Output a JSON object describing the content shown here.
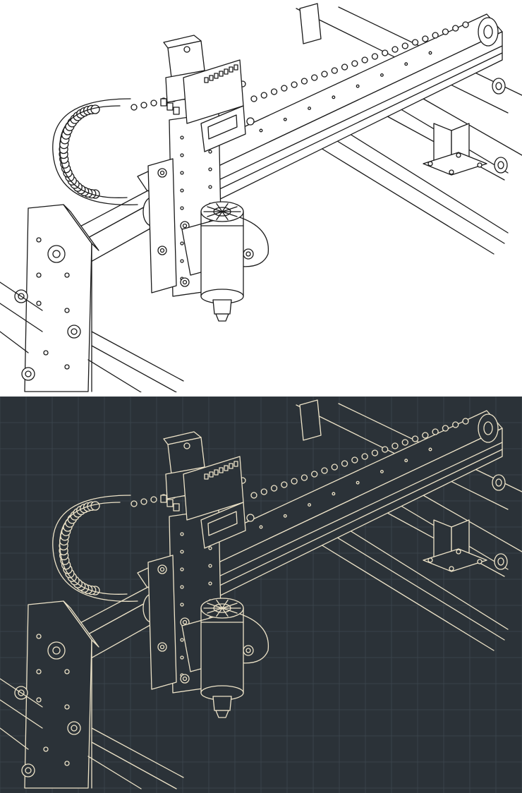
{
  "image": {
    "subject": "cnc-router-gantry-spindle-isometric",
    "panels": [
      {
        "id": "light",
        "background": "#ffffff",
        "stroke": "#1a1a1a",
        "fill": "#ffffff",
        "grid": false
      },
      {
        "id": "dark",
        "background": "#2b3238",
        "stroke": "#ede3c8",
        "fill": "#2b3238",
        "grid": true,
        "grid_color": "#3a434a"
      }
    ]
  }
}
